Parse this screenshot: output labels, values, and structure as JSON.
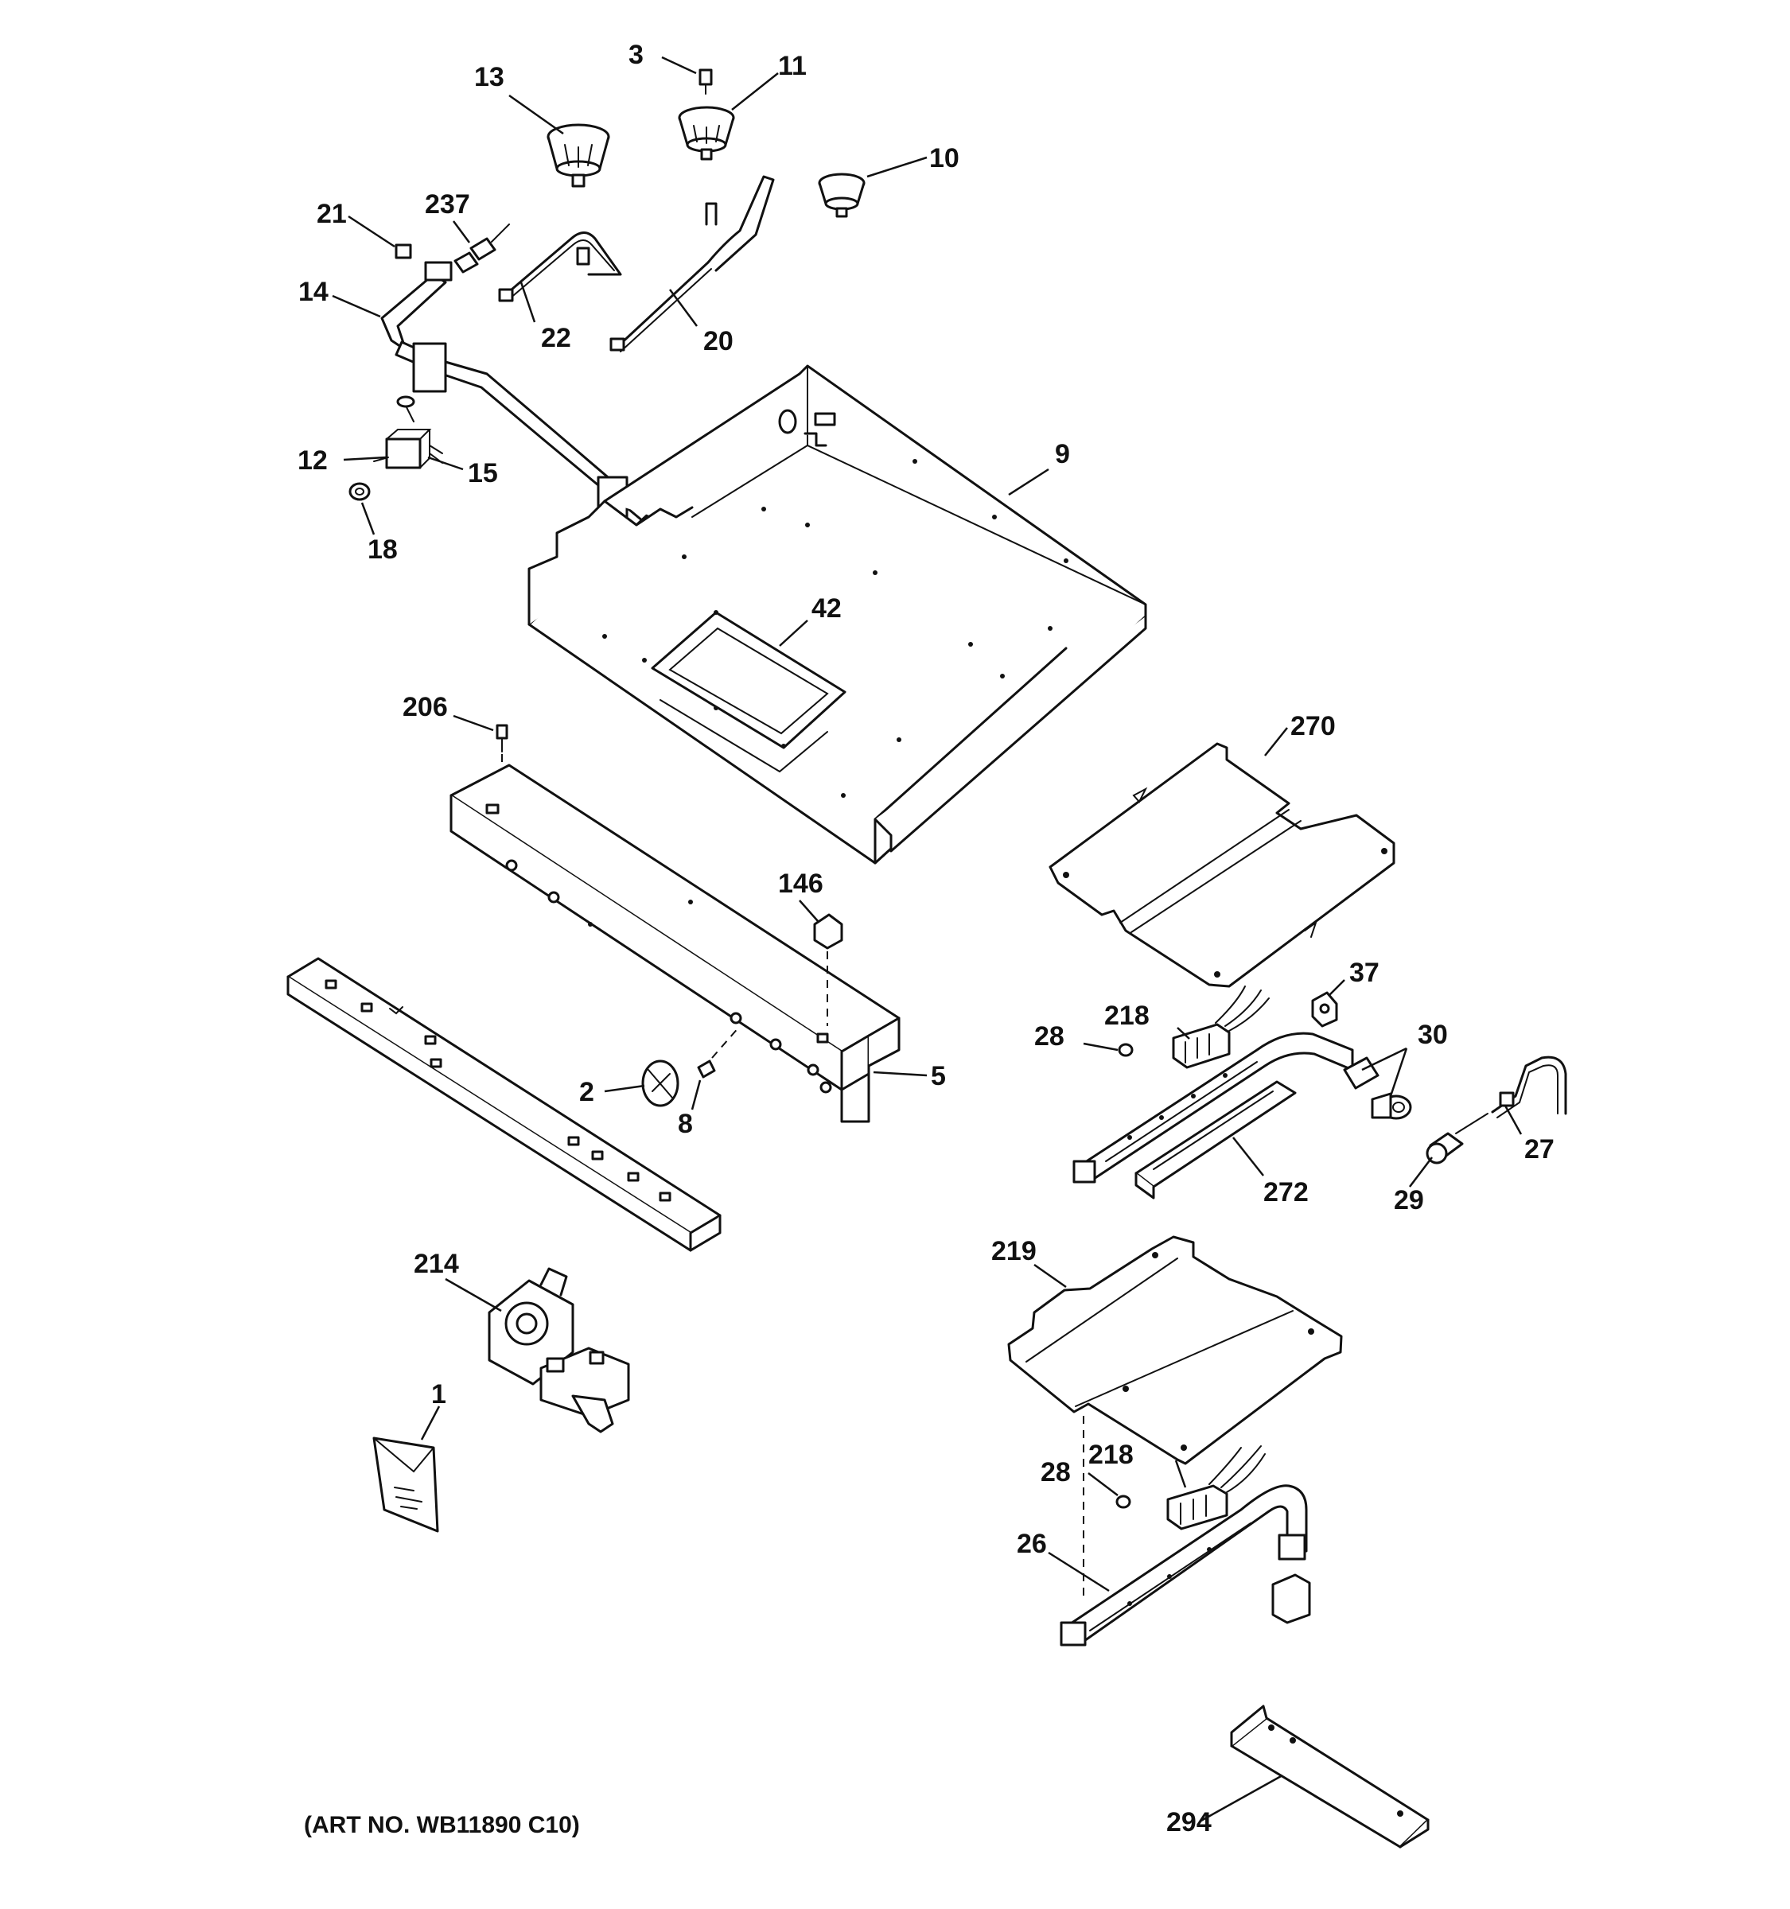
{
  "art_number": "(ART NO. WB11890 C10)",
  "labels": {
    "p1": "1",
    "p2": "2",
    "p3": "3",
    "p5": "5",
    "p8": "8",
    "p9": "9",
    "p10": "10",
    "p11": "11",
    "p12": "12",
    "p13": "13",
    "p14": "14",
    "p15": "15",
    "p18": "18",
    "p20": "20",
    "p21": "21",
    "p22": "22",
    "p26": "26",
    "p27": "27",
    "p28a": "28",
    "p28b": "28",
    "p29": "29",
    "p30": "30",
    "p37": "37",
    "p42": "42",
    "p146": "146",
    "p206": "206",
    "p214": "214",
    "p218a": "218",
    "p218b": "218",
    "p219": "219",
    "p237": "237",
    "p270": "270",
    "p272": "272",
    "p294": "294"
  }
}
